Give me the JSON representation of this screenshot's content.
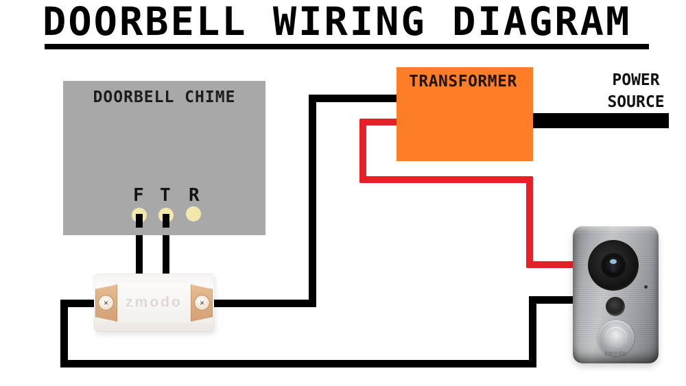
{
  "title": {
    "text": "DOORBELL WIRING DIAGRAM"
  },
  "chime": {
    "label": "DOORBELL CHIME",
    "terminals": [
      {
        "label": "F"
      },
      {
        "label": "T"
      },
      {
        "label": "R"
      }
    ]
  },
  "transformer": {
    "label": "TRANSFORMER"
  },
  "power_source": {
    "line1": "POWER",
    "line2": "SOURCE"
  },
  "connector": {
    "brand": "zmodo"
  },
  "doorbell": {
    "brand": "zmodo"
  },
  "icons": {
    "screw_cross": "✕"
  },
  "colors": {
    "wire_black": "#000000",
    "wire_red": "#e52026",
    "transformer_body": "#fd7e26",
    "chime_body": "#a8a8a8",
    "terminal_contact": "#f2e8ab",
    "doorbell_metal": "#aeb1b3",
    "connector_plate_copper": "#dcab80"
  }
}
